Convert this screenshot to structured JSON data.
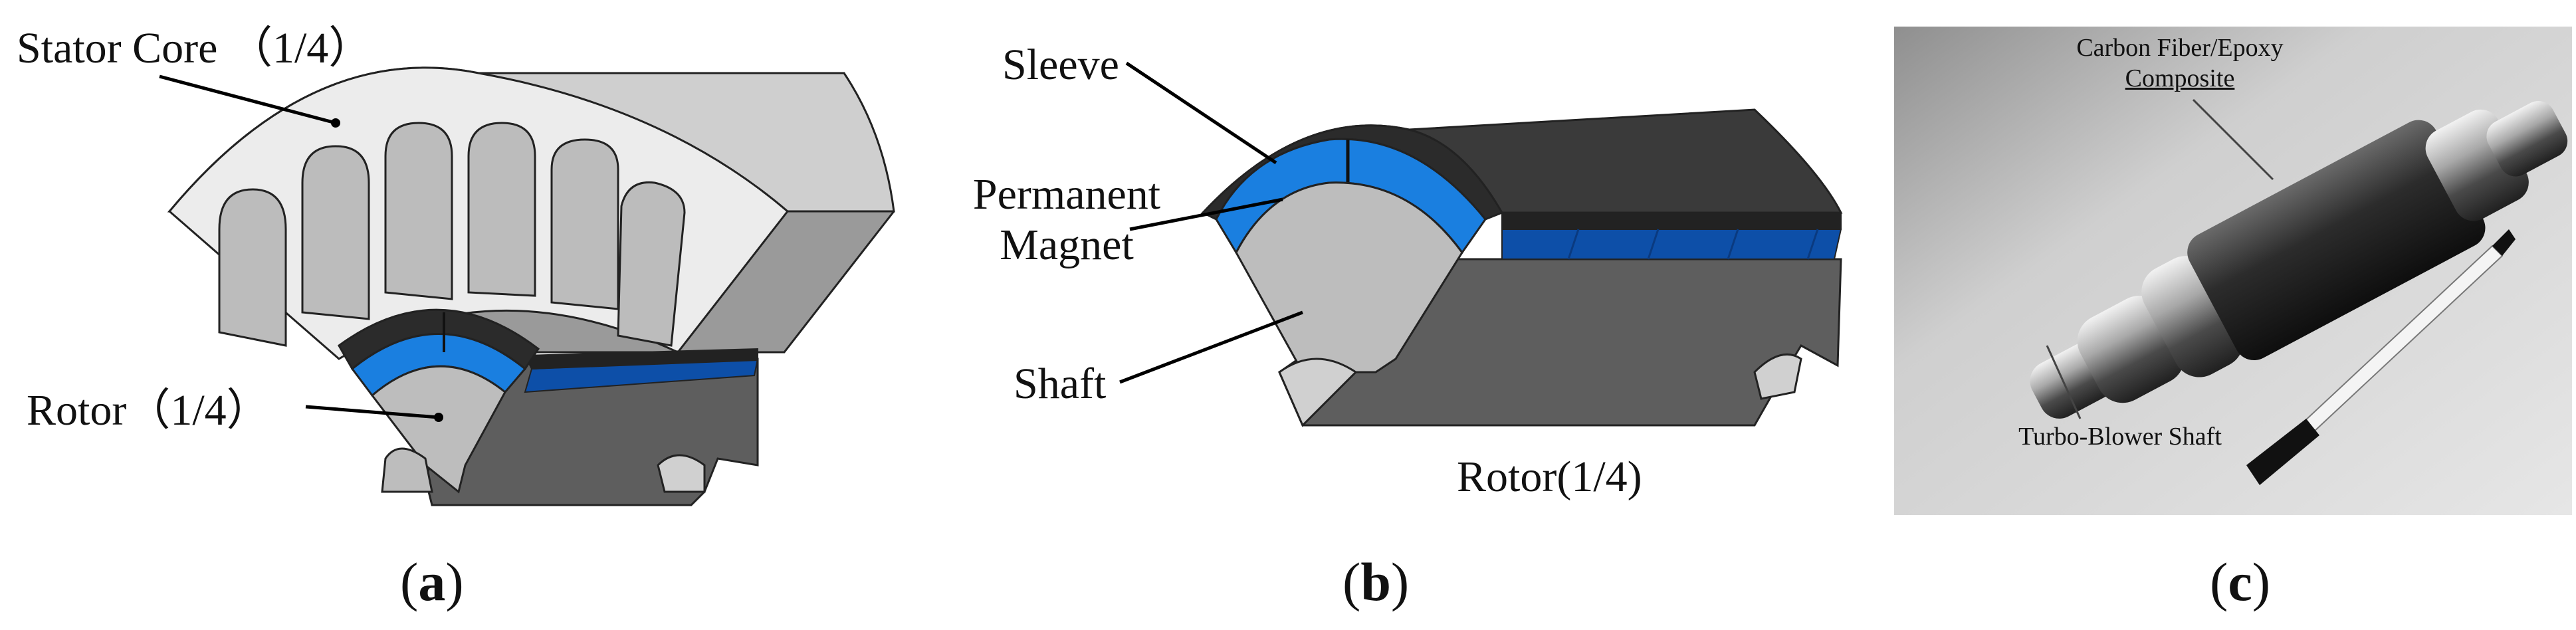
{
  "panel_a": {
    "stator_label": "Stator Core （1/4）",
    "rotor_label": "Rotor（1/4）",
    "caption_letter": "a"
  },
  "panel_b": {
    "sleeve_label": "Sleeve",
    "magnet_label_line1": "Permanent",
    "magnet_label_line2": "Magnet",
    "shaft_label": "Shaft",
    "rotor_label": "Rotor(1/4)",
    "caption_letter": "b"
  },
  "panel_c": {
    "composite_label_line1": "Carbon Fiber/Epoxy",
    "composite_label_line2": "Composite",
    "shaft_label": "Turbo-Blower Shaft",
    "caption_letter": "c"
  },
  "colors": {
    "magnet_blue": "#1a7fe0",
    "magnet_dark_blue": "#0d4fa8",
    "sleeve_black": "#2b2b2b",
    "stator_light": "#e4e4e4",
    "steel_gray": "#8c8c8c",
    "shaft_light": "#bdbdbd"
  }
}
